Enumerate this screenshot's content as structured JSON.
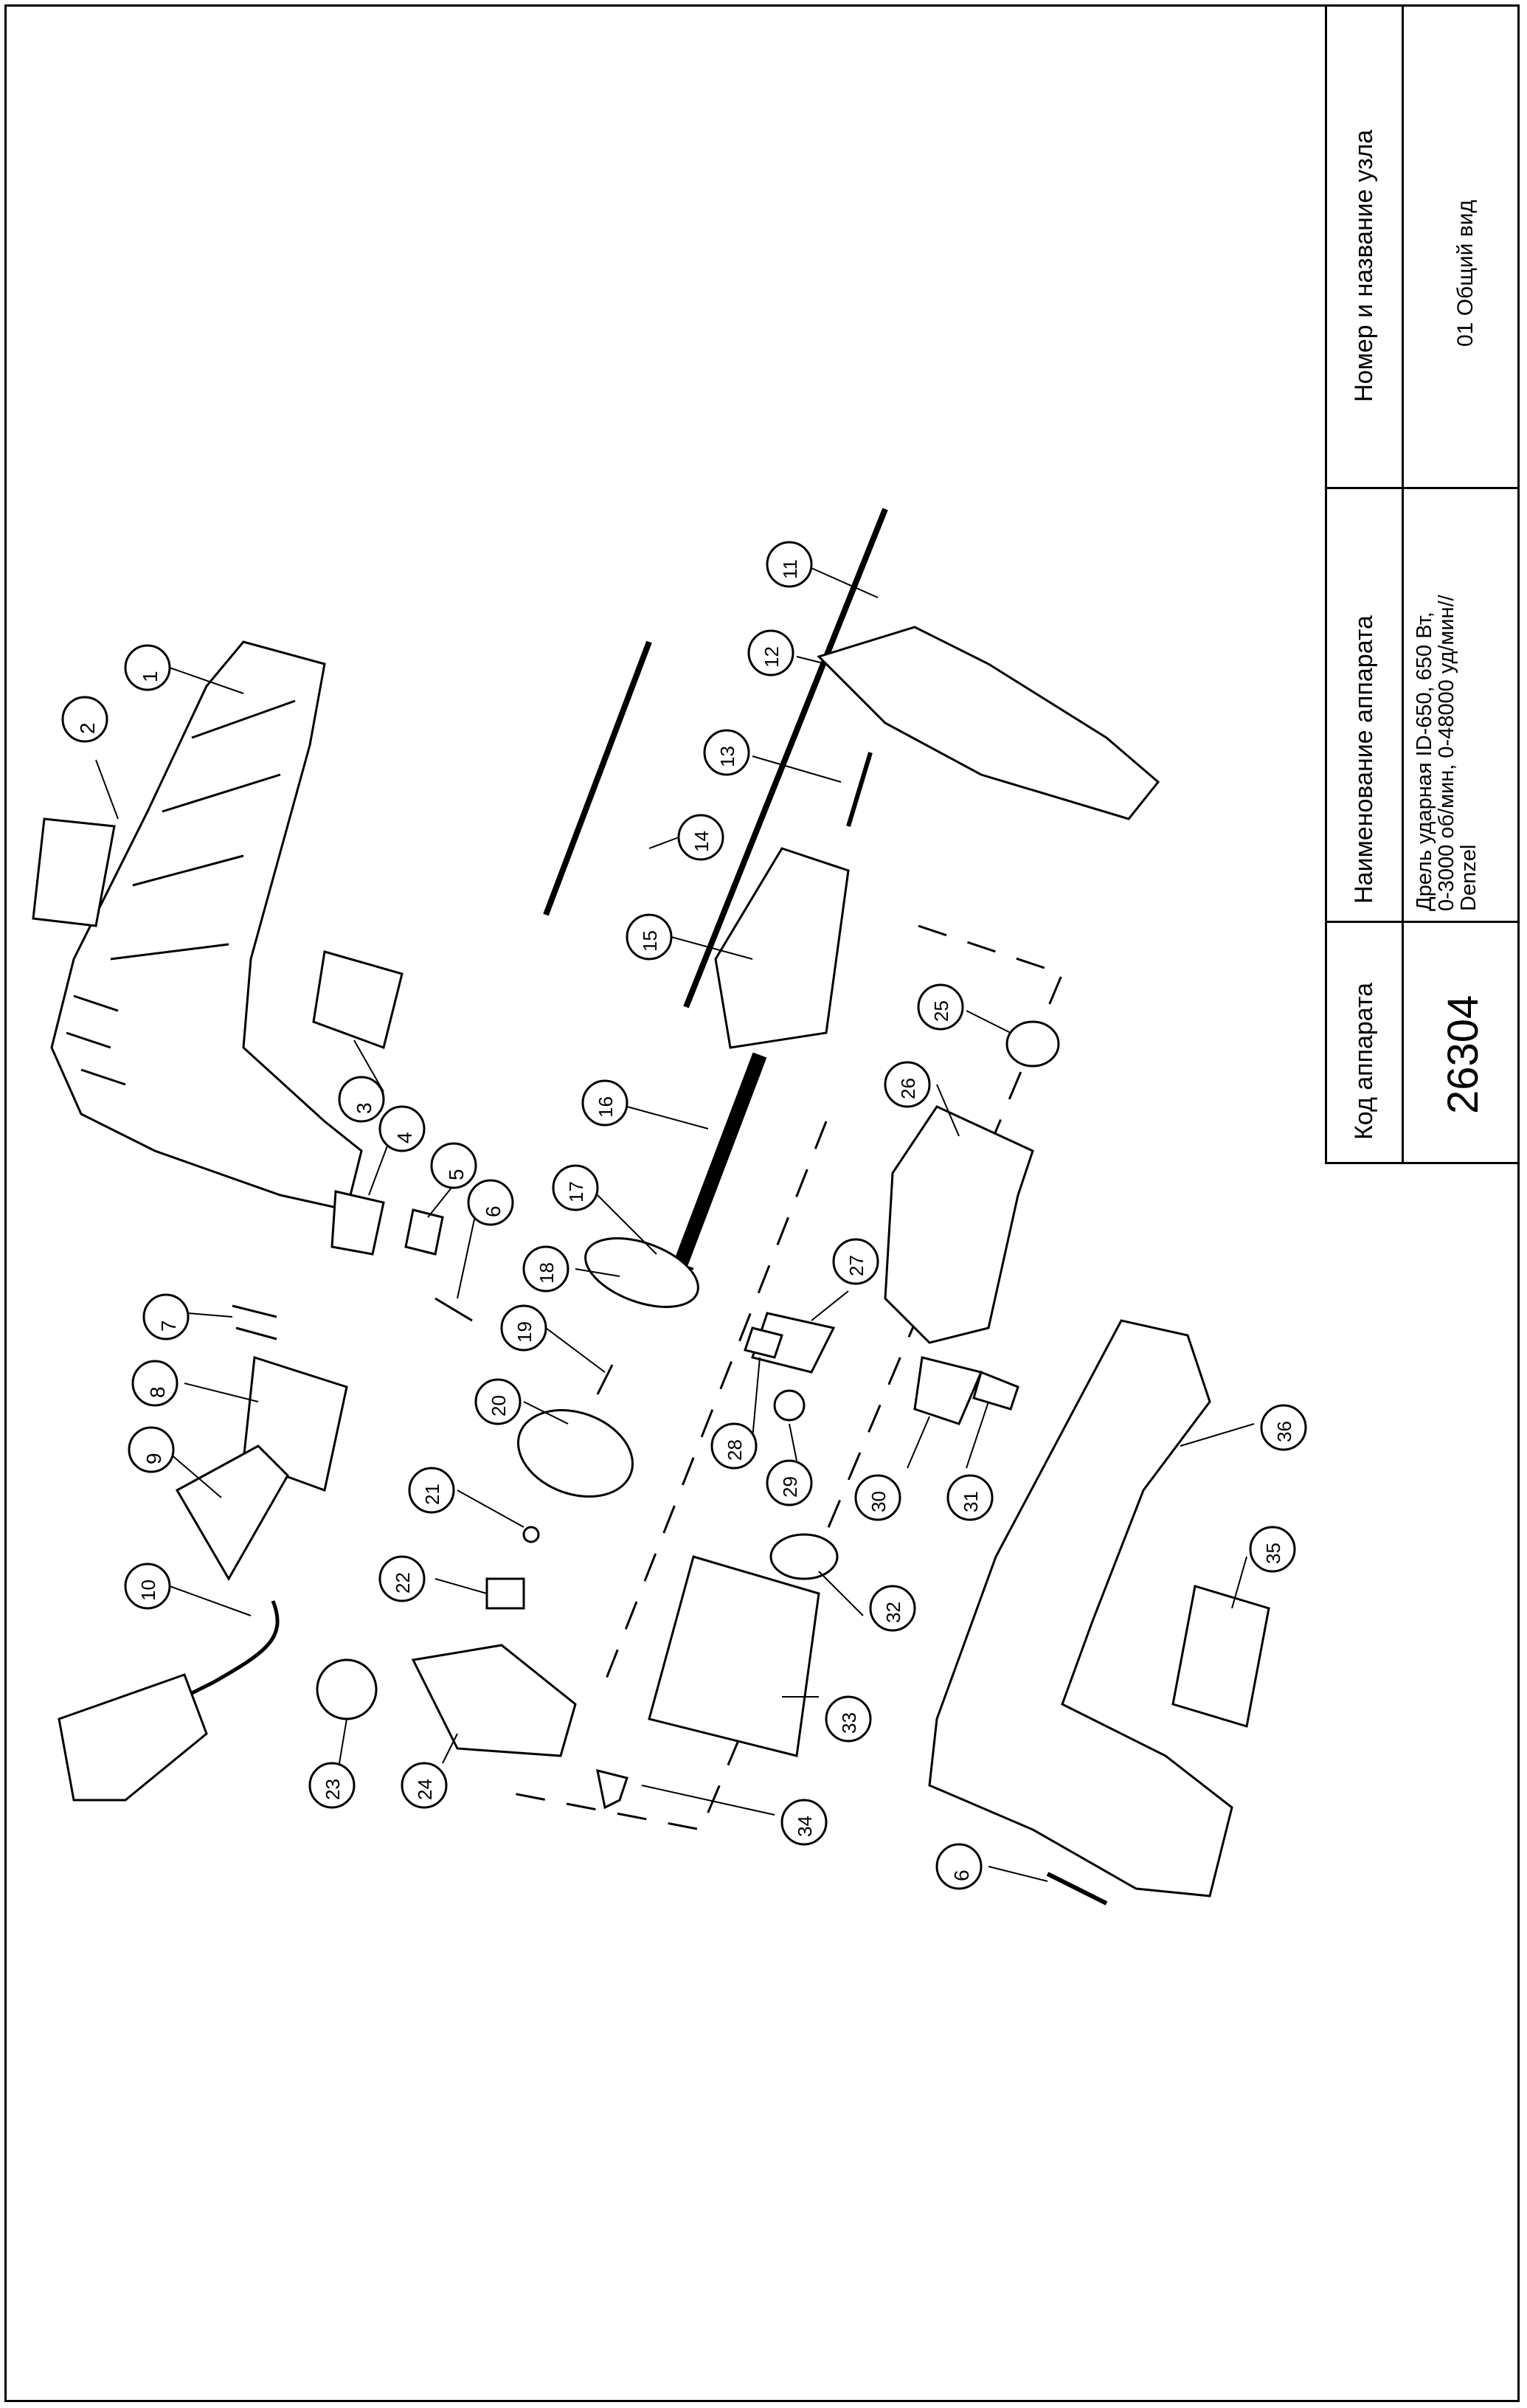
{
  "title_block": {
    "code_header": "Код аппарата",
    "code_value": "26304",
    "name_header": "Наименование аппарата",
    "name_value_line1": "Дрель ударная ID-650, 650 Вт,",
    "name_value_line2": "0-3000 об/мин, 0-48000 уд/мин//",
    "name_value_line3": "Denzel",
    "node_header": "Номер и название узла",
    "node_value": "01 Общий вид"
  },
  "callouts": [
    "1",
    "2",
    "3",
    "4",
    "5",
    "6",
    "7",
    "8",
    "9",
    "10",
    "11",
    "12",
    "13",
    "14",
    "15",
    "16",
    "17",
    "18",
    "19",
    "20",
    "21",
    "22",
    "23",
    "24",
    "25",
    "26",
    "27",
    "28",
    "29",
    "30",
    "31",
    "32",
    "33",
    "34",
    "35",
    "36",
    "6"
  ]
}
